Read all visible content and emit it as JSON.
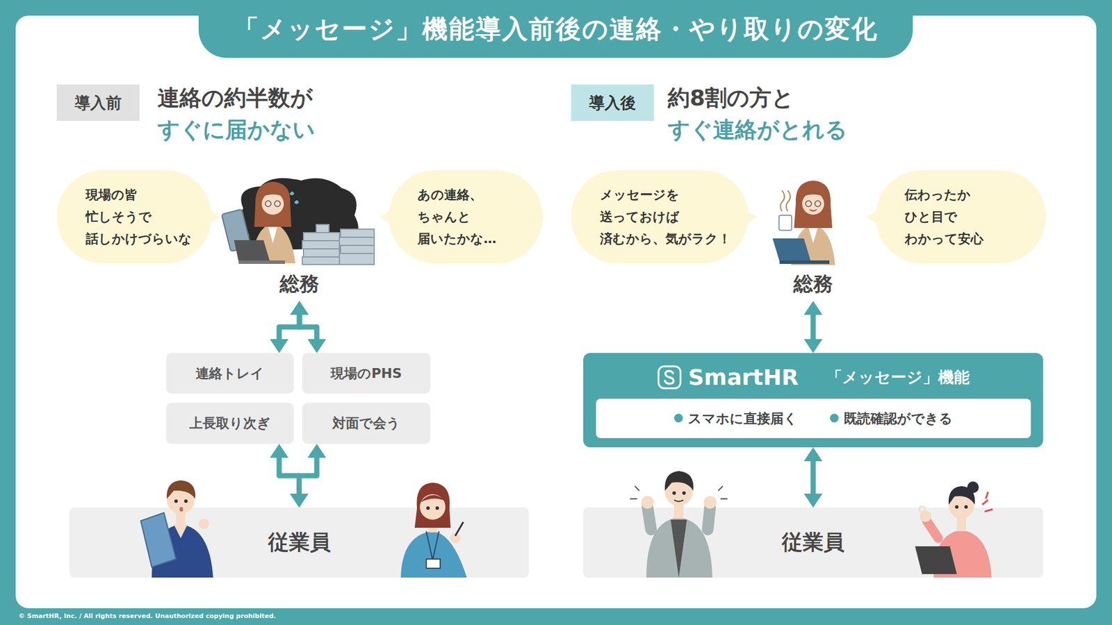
{
  "diagram": {
    "title": "「メッセージ」機能導入前後の連絡・やり取りの変化",
    "nodes": [
      {
        "text": [
          "導入前"
        ]
      },
      {
        "text": [
          "現場の皆 忙しそうで 話しかけづらいな"
        ]
      },
      {
        "text": [
          "総務"
        ]
      },
      {
        "text": [
          "あの連絡、 ちゃんと 届いたかな…"
        ]
      },
      {
        "text": [
          "連絡トレイ"
        ]
      },
      {
        "text": [
          "現場のPHS"
        ]
      },
      {
        "text": [
          "上長取り次ぎ"
        ]
      },
      {
        "text": [
          "対面で会う"
        ]
      },
      {
        "text": [
          "従業員"
        ]
      },
      {
        "text": [
          "導入後"
        ]
      },
      {
        "text": [
          "メッセージを 送っておけば 済むから、気がラク！"
        ]
      },
      {
        "text": [
          "総務"
        ]
      },
      {
        "text": [
          "伝わったか ひと目で わかって安心"
        ]
      },
      {
        "text": [
          "SmartHR",
          "「メッセージ」機能"
        ]
      },
      {
        "text": [
          "スマホに直接届く",
          "既読確認ができる"
        ],
        "in": 13
      },
      {
        "text": [
          "従業員"
        ]
      }
    ],
    "edges": [
      {
        "from": 2,
        "to": 4,
        "arrow": "both"
      },
      {
        "from": 2,
        "to": 5,
        "arrow": "both"
      },
      {
        "from": 6,
        "to": 8,
        "arrow": "both"
      },
      {
        "from": 7,
        "to": 8,
        "arrow": "both"
      },
      {
        "from": 11,
        "to": 13,
        "arrow": "both"
      },
      {
        "from": 13,
        "to": 15,
        "arrow": "both"
      }
    ],
    "labels": [
      "連絡の約半数が",
      "すぐに届かない",
      "約8割の方と",
      "すぐ連絡がとれる",
      "© SmartHR, Inc. / All rights reserved. Unauthorized copying prohibited."
    ]
  }
}
